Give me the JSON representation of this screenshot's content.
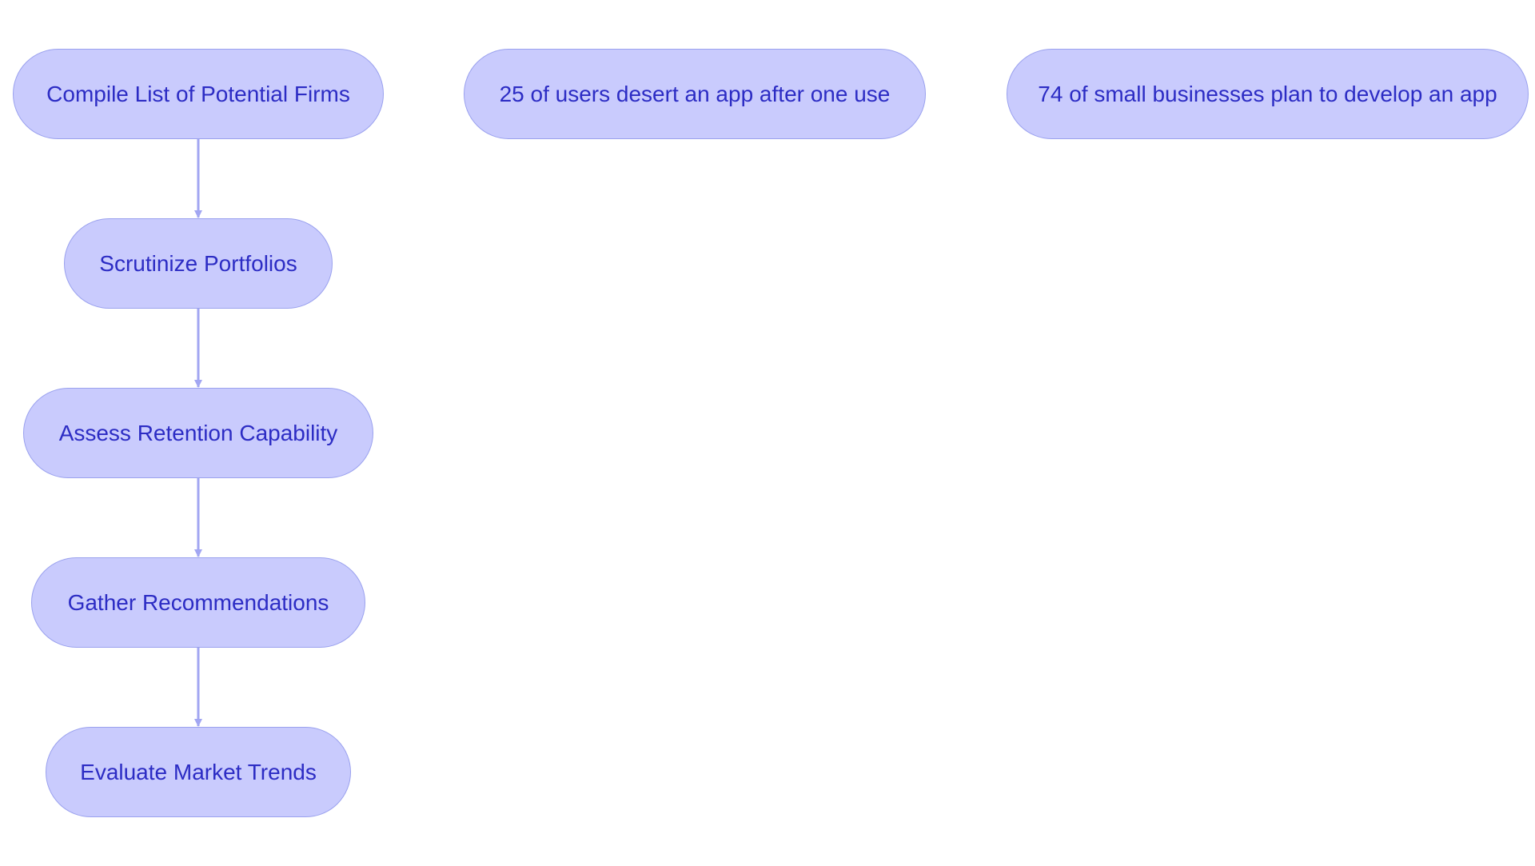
{
  "theme": {
    "node_fill": "#c9cbfd",
    "node_stroke": "#9aa1ee",
    "text_color": "#2c2cc4",
    "edge_color": "#a2a6f2"
  },
  "nodes": [
    {
      "id": "compile",
      "label": "Compile List of Potential Firms"
    },
    {
      "id": "scrutinize",
      "label": "Scrutinize Portfolios"
    },
    {
      "id": "assess",
      "label": "Assess Retention Capability"
    },
    {
      "id": "gather",
      "label": "Gather Recommendations"
    },
    {
      "id": "evaluate",
      "label": "Evaluate Market Trends"
    },
    {
      "id": "stat-desert",
      "label": "25 of users desert an app after one use"
    },
    {
      "id": "stat-develop",
      "label": "74 of small businesses plan to develop an app"
    }
  ],
  "edges": [
    {
      "from": "compile",
      "to": "scrutinize"
    },
    {
      "from": "scrutinize",
      "to": "assess"
    },
    {
      "from": "assess",
      "to": "gather"
    },
    {
      "from": "gather",
      "to": "evaluate"
    }
  ]
}
